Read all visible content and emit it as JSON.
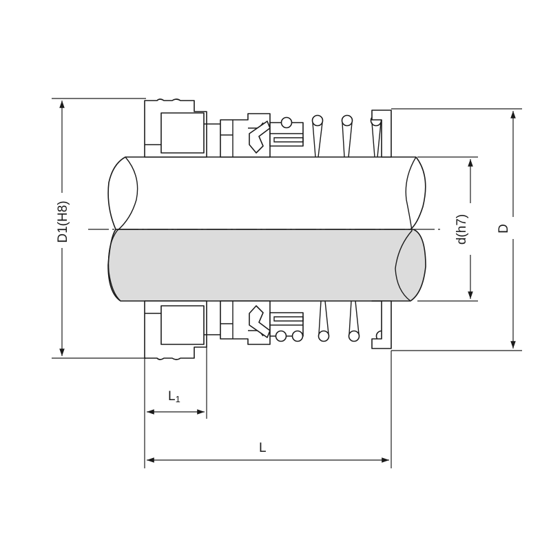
{
  "drawing": {
    "labels": {
      "d1": "D1(H8)",
      "d": "D",
      "dh7": "d(h7)",
      "l": "L",
      "l1_main": "L",
      "l1_sub": "1"
    },
    "colors": {
      "line": "#1a1a1a",
      "shaft_lower_fill": "#dcdcdc",
      "background": "#ffffff"
    }
  }
}
